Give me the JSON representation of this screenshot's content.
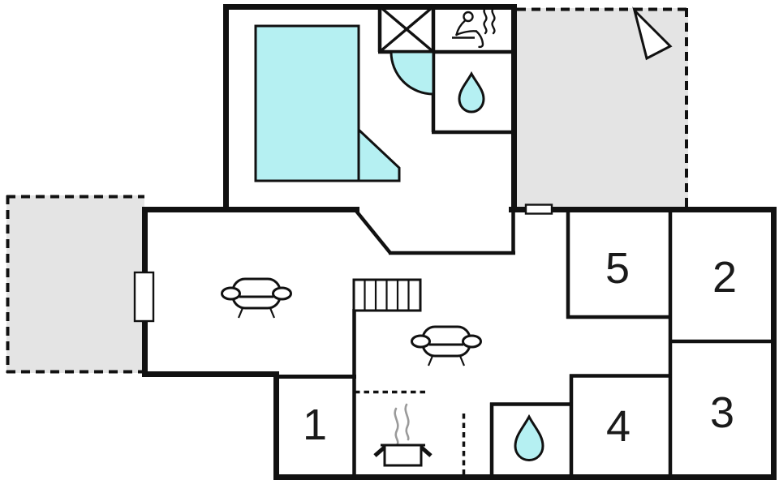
{
  "floorplan": {
    "title": "holiday-house-floor-plan",
    "colors": {
      "wall": "#111111",
      "water": "#b5f0f2",
      "terrace": "#e4e4e4",
      "steam": "#9a9a9a",
      "label": "#1a1a1a",
      "background": "#ffffff"
    },
    "rooms": [
      {
        "number": "1"
      },
      {
        "number": "2"
      },
      {
        "number": "3"
      },
      {
        "number": "4"
      },
      {
        "number": "5"
      }
    ],
    "icons": {
      "pool": "swimming-pool",
      "corner_shower": "quarter-circle-shower",
      "crossed_box": "crossed-square",
      "sauna": "person-on-bench-with-steam",
      "drop_top": "water-drop",
      "drop_bottom": "water-drop",
      "stove": "pot-with-steam",
      "stairs": "staircase",
      "sofa_living": "sofa",
      "sofa_hall": "sofa",
      "north_arrow": "compass-needle"
    }
  }
}
